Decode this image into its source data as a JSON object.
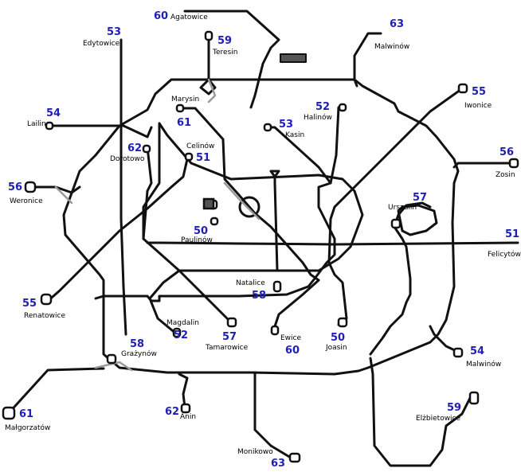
{
  "colors": {
    "track": "#111111",
    "grey": "#9a9a9a",
    "number": "#1f1fb4",
    "text": "#000000"
  },
  "stations": [
    {
      "id": "agatowice",
      "name": "Agatowice",
      "line": "60"
    },
    {
      "id": "edytowice",
      "name": "Edytowice",
      "line": "53"
    },
    {
      "id": "teresin",
      "name": "Teresin",
      "line": "59"
    },
    {
      "id": "malwinow-n",
      "name": "Malwinów",
      "line": "63"
    },
    {
      "id": "lailin",
      "name": "Lailin",
      "line": "54"
    },
    {
      "id": "marysin",
      "name": "Marysin",
      "line": "61"
    },
    {
      "id": "halinow",
      "name": "Halinów",
      "line": "52"
    },
    {
      "id": "kasin",
      "name": "Kasin",
      "line": "53"
    },
    {
      "id": "iwonice",
      "name": "Iwonice",
      "line": "55"
    },
    {
      "id": "dorotowo",
      "name": "Dorotowo",
      "line": "62"
    },
    {
      "id": "celinow",
      "name": "Celinów",
      "line": "51"
    },
    {
      "id": "zosin",
      "name": "Zosin",
      "line": "56"
    },
    {
      "id": "weronice",
      "name": "Weronice",
      "line": "56"
    },
    {
      "id": "urszulin",
      "name": "Urszulin",
      "line": "57"
    },
    {
      "id": "paulinow",
      "name": "Paulinów",
      "line": "50"
    },
    {
      "id": "felicytow",
      "name": "Felicytów",
      "line": "51"
    },
    {
      "id": "natalice",
      "name": "Natalice",
      "line": "58"
    },
    {
      "id": "renatowice",
      "name": "Renatowice",
      "line": "55"
    },
    {
      "id": "magdalin",
      "name": "Magdalin",
      "line": "52"
    },
    {
      "id": "tamarowice",
      "name": "Tamarowice",
      "line": "57"
    },
    {
      "id": "ewice",
      "name": "Ewice",
      "line": "60"
    },
    {
      "id": "joasin",
      "name": "Joasin",
      "line": "50"
    },
    {
      "id": "grazynow",
      "name": "Grażynów",
      "line": "58"
    },
    {
      "id": "malwinow-s",
      "name": "Malwinów",
      "line": "54"
    },
    {
      "id": "malgorzatow",
      "name": "Małgorzatów",
      "line": "61"
    },
    {
      "id": "anin",
      "name": "Anin",
      "line": "62"
    },
    {
      "id": "elzbietowice",
      "name": "Elżbietowice",
      "line": "59"
    },
    {
      "id": "monikowo",
      "name": "Monikowo",
      "line": "63"
    }
  ]
}
